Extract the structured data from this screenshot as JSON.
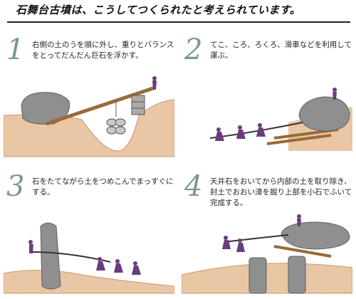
{
  "header": {
    "title": "石舞台古墳は、こうしてつくられたと考えられています。"
  },
  "panels": [
    {
      "number": "1",
      "caption": "右側の土のうを順に外し、重りとバランスをとってだんだん巨石を浮かす。"
    },
    {
      "number": "2",
      "caption": "てこ、ころ、ろくろ、滑車などを利用して運ぶ。"
    },
    {
      "number": "3",
      "caption": "石をたてながら土をつめこんでまっすぐにする。"
    },
    {
      "number": "4",
      "caption": "天井石をおいてから内部の土を取り除き、封土でおおい濠を掘り上部を小石でふいて完成する。"
    }
  ],
  "colors": {
    "sand": "#e9c6a4",
    "sand_dark": "#c9976c",
    "stone": "#8f8f8f",
    "stone_dark": "#5f5f5f",
    "wood": "#9a6a3a",
    "worker": "#6a3d7a",
    "number": "#7a9a86"
  }
}
